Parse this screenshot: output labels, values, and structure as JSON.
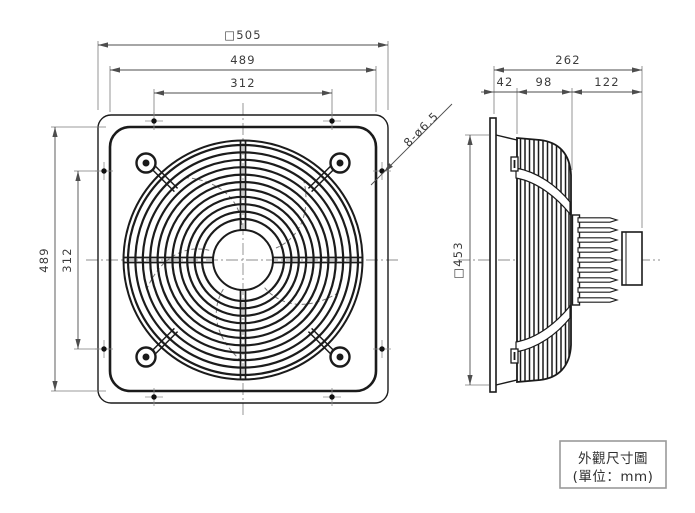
{
  "drawing": {
    "front_view": {
      "outer_size": "□505",
      "inner_size_top": "489",
      "hole_pitch_top": "312",
      "inner_size_left": "489",
      "hole_pitch_left": "312",
      "hole_callout": "8-ø6.5"
    },
    "side_view": {
      "total_depth": "262",
      "flange_depth": "42",
      "guard_depth": "98",
      "motor_depth": "122",
      "opening_size": "□453"
    },
    "label_box": {
      "title": "外觀尺寸圖",
      "unit": "(單位：mm)"
    },
    "colors": {
      "object_line": "#1b1b1b",
      "dimension_line": "#4d4d4d",
      "centerline": "#8c8c8c",
      "label_box_border": "#9a9a9a",
      "text": "#3c3c3c",
      "background": "#ffffff"
    }
  }
}
